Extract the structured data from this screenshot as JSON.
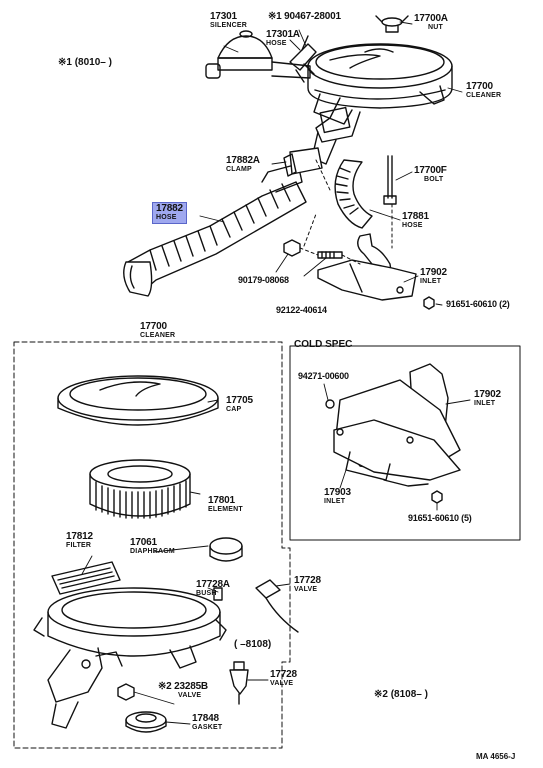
{
  "parts": {
    "p17301": {
      "num": "17301",
      "name": "SILENCER"
    },
    "p90467": {
      "num": "※1 90467-28001"
    },
    "p17301a": {
      "num": "17301A",
      "name": "HOSE"
    },
    "p17700a": {
      "num": "17700A",
      "name": "NUT"
    },
    "p17700_top": {
      "num": "17700",
      "name": "CLEANER"
    },
    "p17882a": {
      "num": "17882A",
      "name": "CLAMP"
    },
    "p17700f": {
      "num": "17700F",
      "name": "BOLT"
    },
    "p17882": {
      "num": "17882",
      "name": "HOSE"
    },
    "p17881": {
      "num": "17881",
      "name": "HOSE"
    },
    "p90179": {
      "num": "90179-08068"
    },
    "p17902_top": {
      "num": "17902",
      "name": "INLET"
    },
    "p92122": {
      "num": "92122-40614"
    },
    "p91651_top": {
      "num": "91651-60610 (2)"
    },
    "p17700_box": {
      "num": "17700",
      "name": "CLEANER"
    },
    "p17705": {
      "num": "17705",
      "name": "CAP"
    },
    "p17801": {
      "num": "17801",
      "name": "ELEMENT"
    },
    "p17812": {
      "num": "17812",
      "name": "FILTER"
    },
    "p17061": {
      "num": "17061",
      "name": "DIAPHRAGM"
    },
    "p17728a": {
      "num": "17728A",
      "name": "BUSH"
    },
    "p17728_v1": {
      "num": "17728",
      "name": "VALVE"
    },
    "p23285": {
      "num": "※2 23285B",
      "name": "VALVE"
    },
    "p17848": {
      "num": "17848",
      "name": "GASKET"
    },
    "p17728_v2": {
      "num": "17728",
      "name": "VALVE"
    },
    "p94271": {
      "num": "94271-00600"
    },
    "p17902_cold": {
      "num": "17902",
      "name": "INLET"
    },
    "p17903": {
      "num": "17903",
      "name": "INLET"
    }
  },
  "notes": {
    "note1": "※1 (8010–      )",
    "note2": "※2 (8108–      )",
    "note_8108": "(      –8108)",
    "cold_spec": "COLD SPEC",
    "p91651_cold": "91651-60610 (5)",
    "footer": "MA  4656-J"
  },
  "colors": {
    "highlight": "#9fa8ef",
    "ink": "#111111"
  }
}
